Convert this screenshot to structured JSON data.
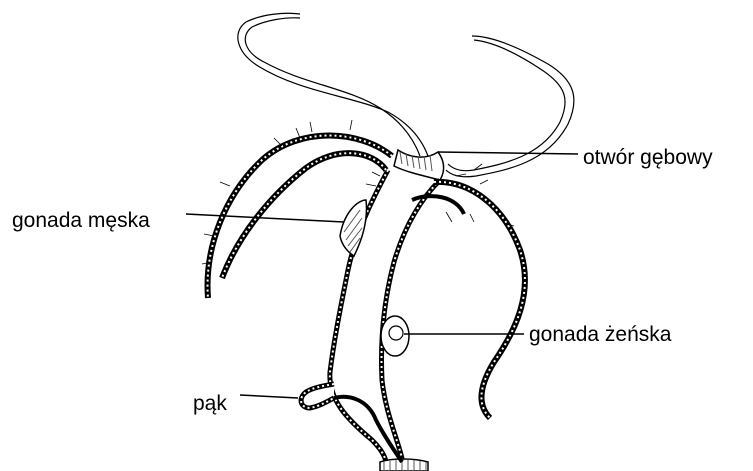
{
  "labels": {
    "mouth_opening": "otwór gębowy",
    "male_gonad": "gonada męska",
    "female_gonad": "gonada żeńska",
    "bud": "pąk"
  },
  "colors": {
    "line": "#000000",
    "background": "#ffffff",
    "body_fill": "#ffffff",
    "stripe": "#555555"
  }
}
